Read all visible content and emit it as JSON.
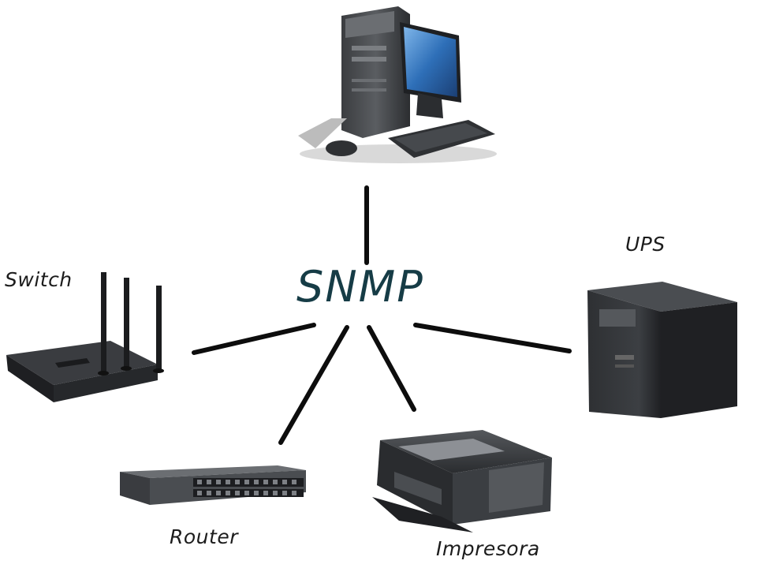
{
  "center": {
    "label": "SNMP"
  },
  "devices": {
    "computer": {
      "label": ""
    },
    "switch": {
      "label": "Switch"
    },
    "ups": {
      "label": "UPS"
    },
    "router": {
      "label": "Router"
    },
    "printer": {
      "label": "Impresora"
    }
  },
  "colors": {
    "link_line": "#0d0d0d",
    "center_text": "#163c46",
    "device_dark": "#2a2c2f",
    "monitor_screen": "#2e6fb8"
  }
}
